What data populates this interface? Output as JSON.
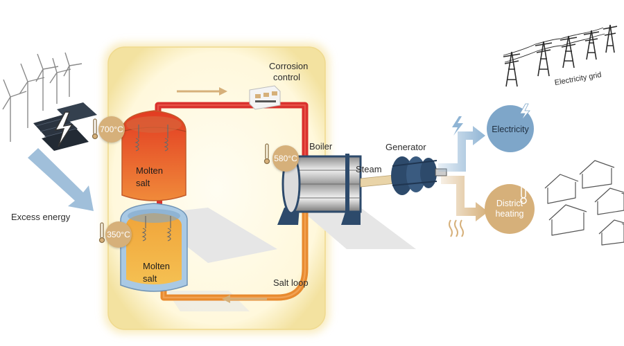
{
  "labels": {
    "excess_energy": "Excess energy",
    "corrosion_control_line1": "Corrosion",
    "corrosion_control_line2": "control",
    "boiler": "Boiler",
    "generator": "Generator",
    "steam": "Steam",
    "salt_loop": "Salt loop",
    "electricity_grid": "Electricity grid",
    "electricity": "Electricity",
    "district_heating_line1": "District",
    "district_heating_line2": "heating",
    "molten_salt_hot_line1": "Molten",
    "molten_salt_hot_line2": "salt",
    "molten_salt_cold_line1": "Molten",
    "molten_salt_cold_line2": "salt"
  },
  "temperatures": {
    "hot_tank": "700°C",
    "boiler_inlet": "580°C",
    "cold_tank": "350°C"
  },
  "colors": {
    "hot_pipe": "#d9302c",
    "cold_pipe": "#e88a2e",
    "electricity_arrow": "#8fb4d4",
    "heat_arrow": "#cfa66a",
    "badge": "#d6b07a",
    "glow": "#f6e7a8",
    "electricity_circle": "#7ea6c9",
    "heating_circle": "#d6b07a",
    "boiler_frame": "#2d4a6b"
  },
  "icons": [
    "wind-turbines",
    "solar-panels",
    "lightning-icon",
    "thermometer-icon",
    "heater-coil-icon",
    "power-pylon",
    "house-icon",
    "heat-waves-icon"
  ]
}
